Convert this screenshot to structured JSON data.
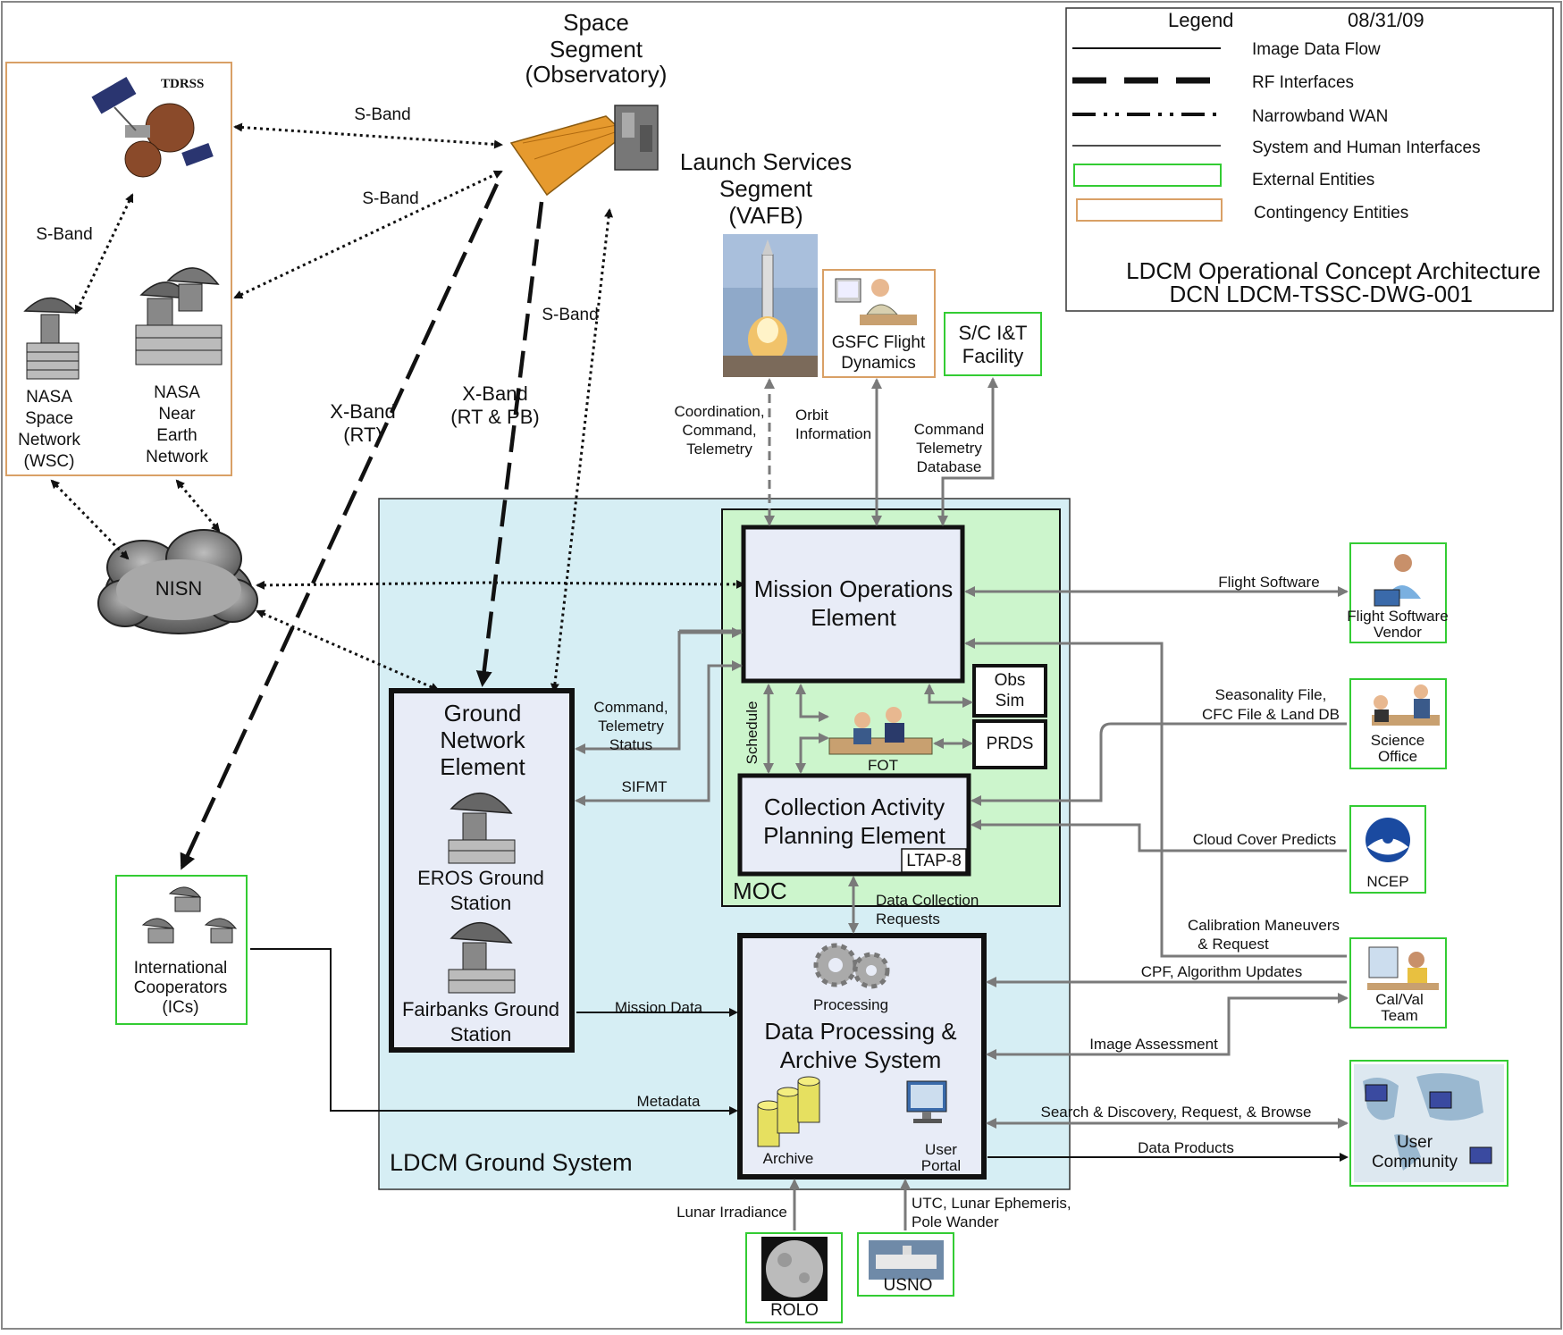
{
  "colors": {
    "ground_bg": "#d6eef4",
    "moc_bg": "#ccf5cc",
    "element_bg": "#e8ecf7",
    "external_border": "#33cc33",
    "contingency_border": "#d9a066",
    "arrow_gray": "#7a7a7a"
  },
  "legend": {
    "title": "Legend",
    "date": "08/31/09",
    "items": [
      {
        "label": "Image Data Flow",
        "style": "solid-thin"
      },
      {
        "label": "RF Interfaces",
        "style": "long-dash"
      },
      {
        "label": "Narrowband WAN",
        "style": "dash-dot"
      },
      {
        "label": "System and Human Interfaces",
        "style": "solid-thin"
      },
      {
        "label": "External Entities",
        "style": "green-box"
      },
      {
        "label": "Contingency Entities",
        "style": "orange-box"
      }
    ],
    "caption_line1": "LDCM Operational Concept Architecture",
    "caption_line2": "DCN LDCM-TSSC-DWG-001"
  },
  "space_segment": {
    "line1": "Space",
    "line2": "Segment",
    "line3": "(Observatory)"
  },
  "launch": {
    "line1": "Launch Services",
    "line2": "Segment",
    "line3": "(VAFB)"
  },
  "tdrss": {
    "label": "TDRSS",
    "nasa_space_network": [
      "NASA",
      "Space",
      "Network",
      "(WSC)"
    ],
    "nasa_near_earth": [
      "NASA",
      "Near",
      "Earth",
      "Network"
    ]
  },
  "links": {
    "s_band_1": "S-Band",
    "s_band_2": "S-Band",
    "s_band_3": "S-Band",
    "s_band_4": "S-Band",
    "x_band_rt": [
      "X-Band",
      "(RT)"
    ],
    "x_band_rtpb": [
      "X-Band",
      "(RT & PB)"
    ],
    "coordination": [
      "Coordination,",
      "Command,",
      "Telemetry"
    ],
    "orbit": [
      "Orbit",
      "Information"
    ],
    "cmd_tlm_db": [
      "Command",
      "Telemetry",
      "Database"
    ],
    "cmd_tlm_status": [
      "Command,",
      "Telemetry",
      "Status"
    ],
    "sifmt": "SIFMT",
    "schedule": "Schedule",
    "data_collection": [
      "Data Collection",
      "Requests"
    ],
    "mission_data": "Mission Data",
    "metadata": "Metadata",
    "flight_software": "Flight Software",
    "seasonality": [
      "Seasonality File,",
      "CFC File & Land DB"
    ],
    "cloud_cover": "Cloud Cover Predicts",
    "calibration": [
      "Calibration Maneuvers",
      "& Request"
    ],
    "cpf": "CPF, Algorithm Updates",
    "image_assessment": "Image Assessment",
    "search": "Search & Discovery, Request, & Browse",
    "data_products": "Data Products",
    "lunar_irradiance": "Lunar Irradiance",
    "utc": [
      "UTC, Lunar Ephemeris,",
      "Pole Wander"
    ]
  },
  "nisn": "NISN",
  "ground_system": {
    "label": "LDCM Ground System",
    "moc_label": "MOC",
    "moe": [
      "Mission Operations",
      "Element"
    ],
    "obs_sim": [
      "Obs",
      "Sim"
    ],
    "prds": "PRDS",
    "fot": "FOT",
    "cape": [
      "Collection Activity",
      "Planning Element"
    ],
    "ltap": "LTAP-8",
    "gne": [
      "Ground",
      "Network",
      "Element"
    ],
    "eros": [
      "EROS Ground",
      "Station"
    ],
    "fairbanks": [
      "Fairbanks Ground",
      "Station"
    ],
    "dpas": [
      "Data Processing &",
      "Archive System"
    ],
    "processing": "Processing",
    "archive": "Archive",
    "user_portal": [
      "User",
      "Portal"
    ]
  },
  "externals": {
    "gsfc": [
      "GSFC Flight",
      "Dynamics"
    ],
    "sc_it": [
      "S/C I&T",
      "Facility"
    ],
    "fsw_vendor": [
      "Flight Software",
      "Vendor"
    ],
    "science_office": [
      "Science",
      "Office"
    ],
    "ncep": "NCEP",
    "calval": [
      "Cal/Val",
      "Team"
    ],
    "user_community": [
      "User",
      "Community"
    ],
    "ics": [
      "International",
      "Cooperators",
      "(ICs)"
    ],
    "rolo": "ROLO",
    "usno": "USNO"
  }
}
